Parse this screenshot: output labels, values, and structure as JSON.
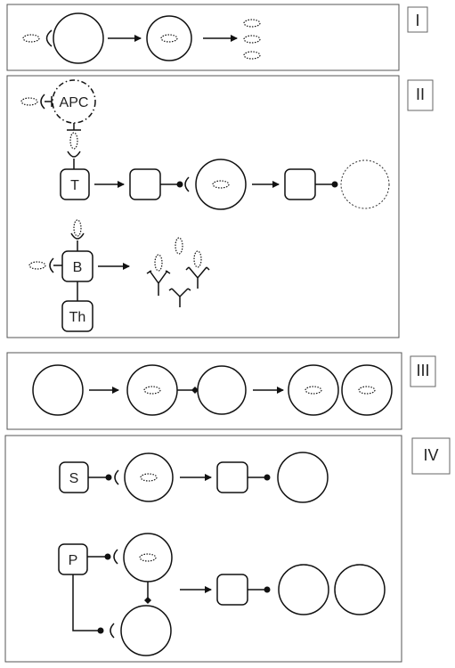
{
  "panels": {
    "p1": {
      "label": "I"
    },
    "p2": {
      "label": "II"
    },
    "p3": {
      "label": "III"
    },
    "p4": {
      "label": "IV"
    }
  },
  "nodes": {
    "apc": "APC",
    "t": "T",
    "b": "B",
    "th": "Th",
    "s": "S",
    "p": "P"
  }
}
